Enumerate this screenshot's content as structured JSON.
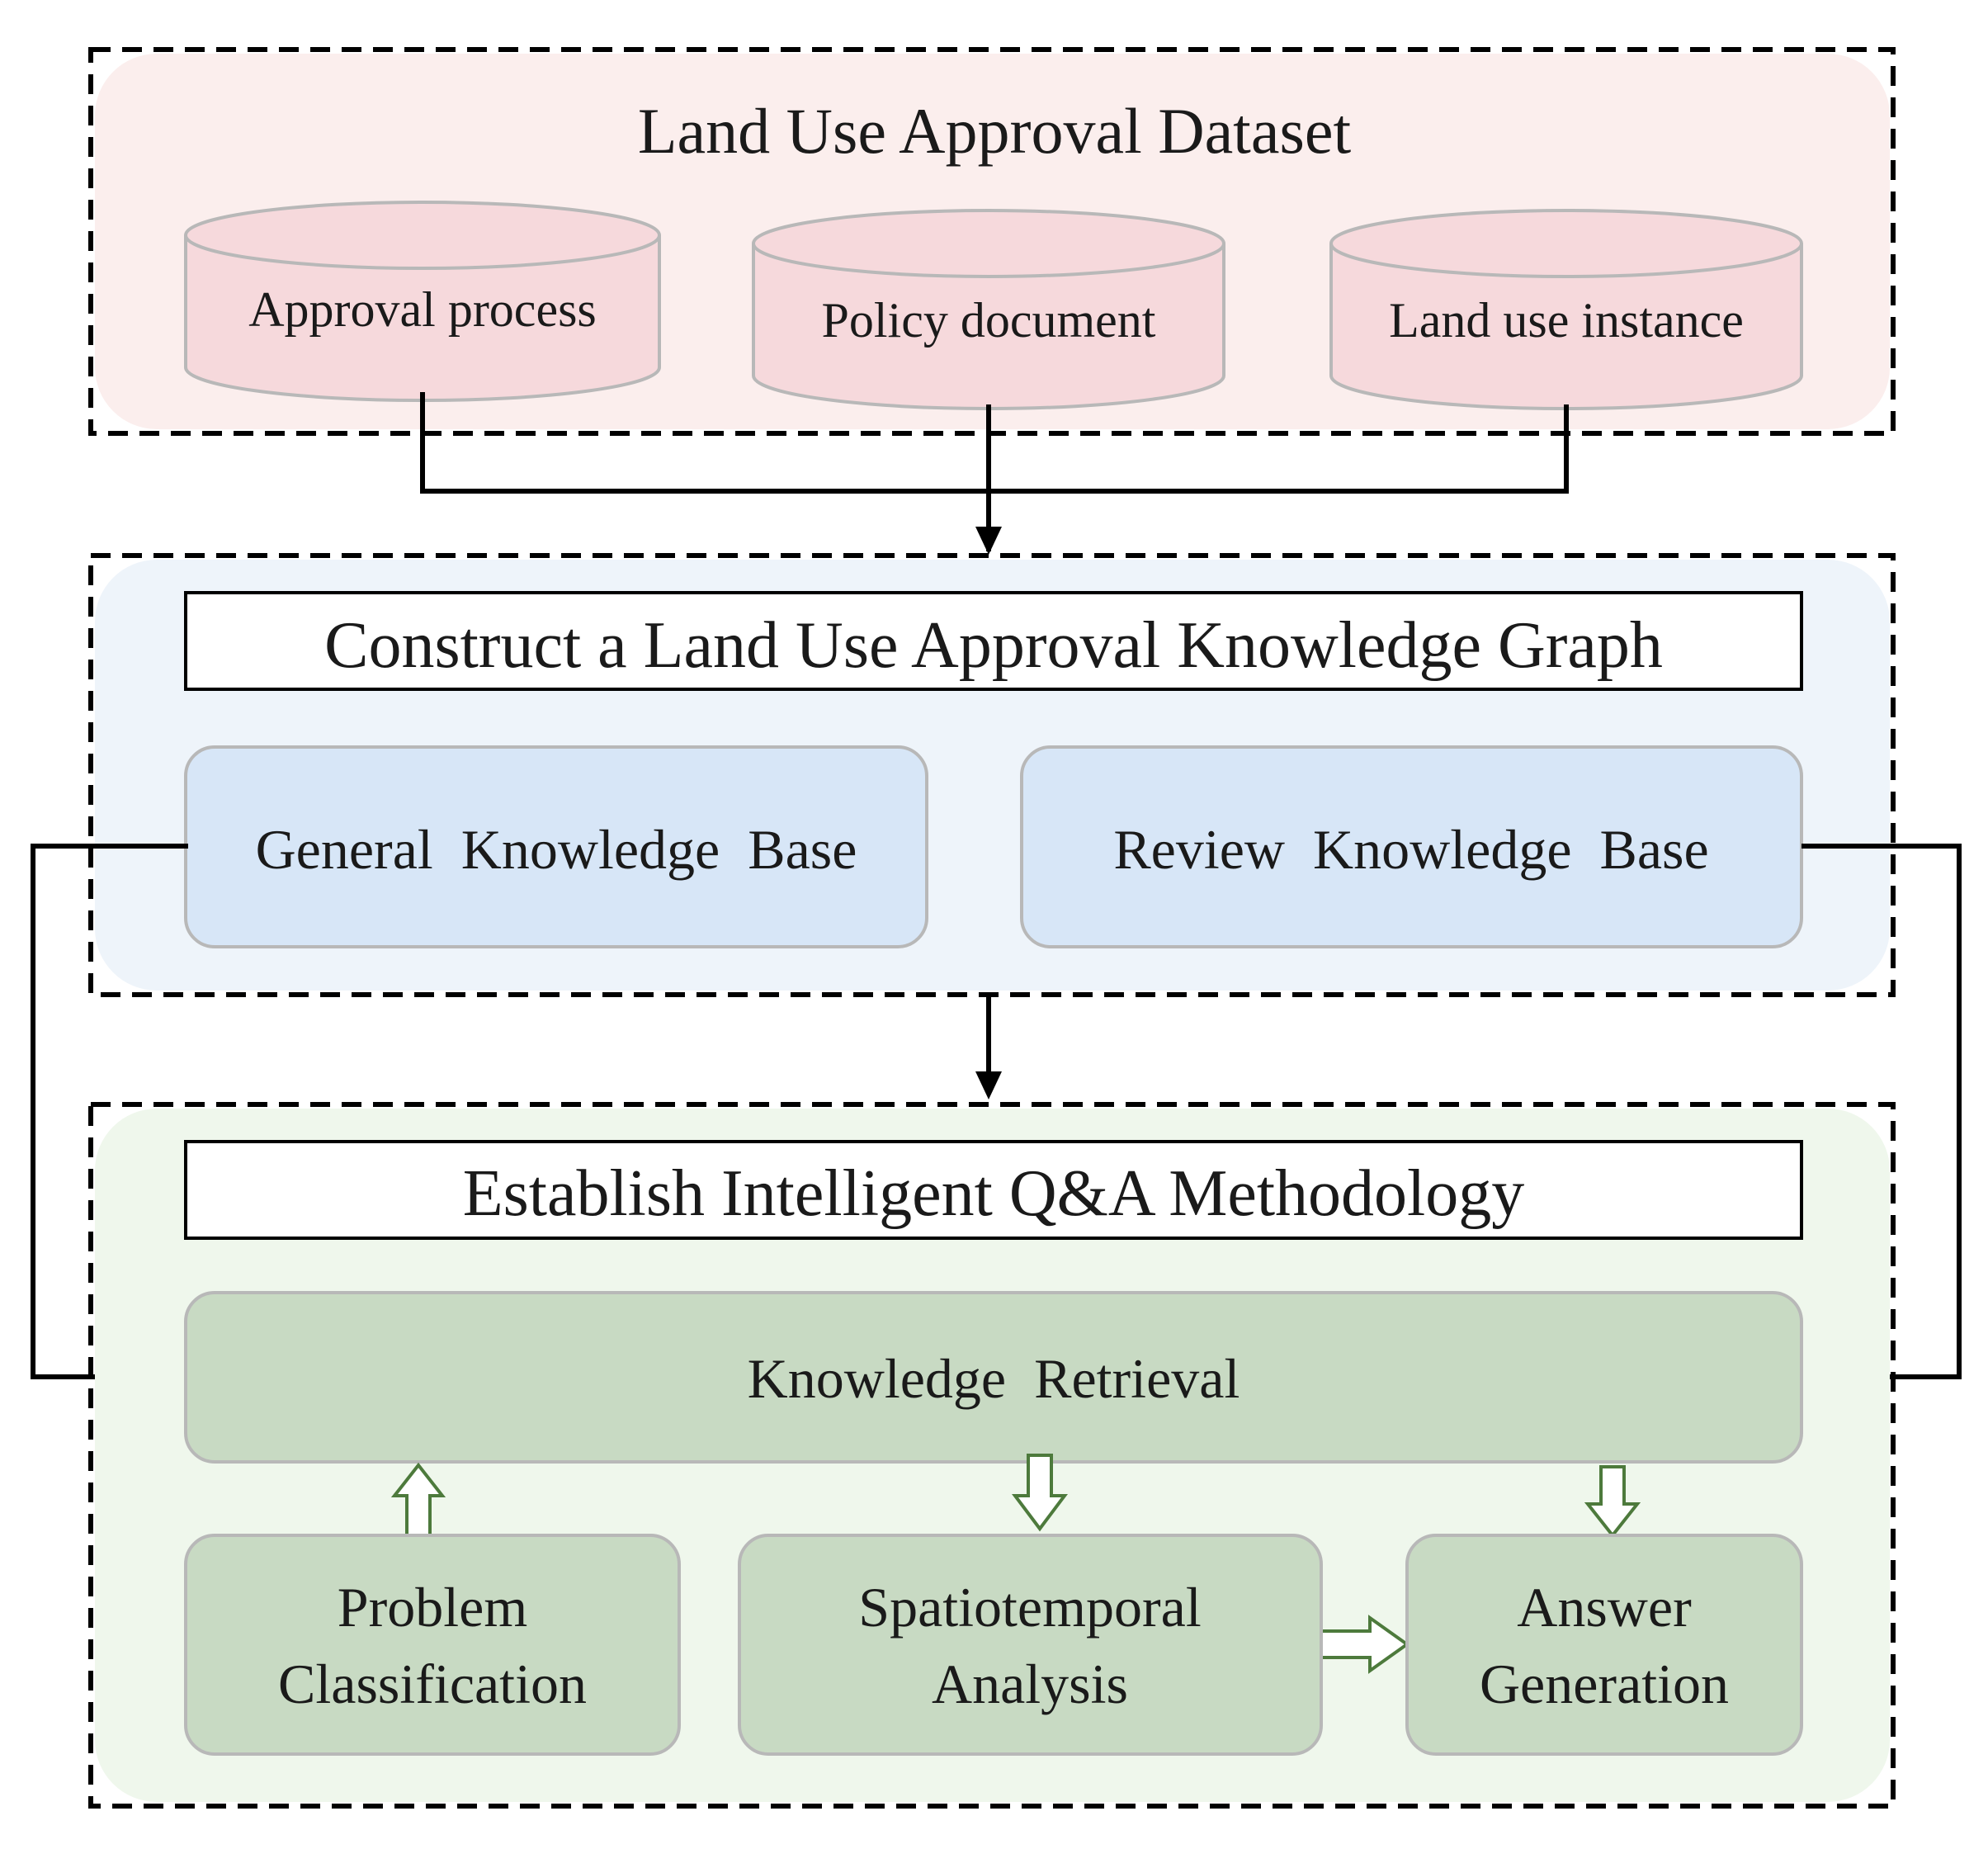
{
  "sections": {
    "dataset": {
      "title": "Land Use Approval Dataset"
    },
    "knowledge_graph": {
      "title": "Construct a Land Use Approval Knowledge Graph"
    },
    "qa": {
      "title": "Establish Intelligent Q&A Methodology"
    }
  },
  "databases": [
    {
      "label": "Approval process"
    },
    {
      "label": "Policy document"
    },
    {
      "label": "Land use instance"
    }
  ],
  "knowledge_bases": [
    {
      "label": "General  Knowledge  Base"
    },
    {
      "label": "Review  Knowledge  Base"
    }
  ],
  "qa_modules": {
    "retrieval": "Knowledge  Retrieval",
    "problem": {
      "line1": "Problem",
      "line2": "Classification"
    },
    "spatiotemporal": {
      "line1": "Spatiotemporal",
      "line2": "Analysis"
    },
    "answer": {
      "line1": "Answer",
      "line2": "Generation"
    }
  },
  "colors": {
    "dataset_bg": "#fbeeed",
    "db_fill": "#f6d9dc",
    "kg_bg": "#eef4fa",
    "kb_fill": "#d7e6f7",
    "qa_bg": "#eff7ec",
    "qa_module_fill": "#c8dac3",
    "hollow_arrow": "#4d7a3c"
  }
}
